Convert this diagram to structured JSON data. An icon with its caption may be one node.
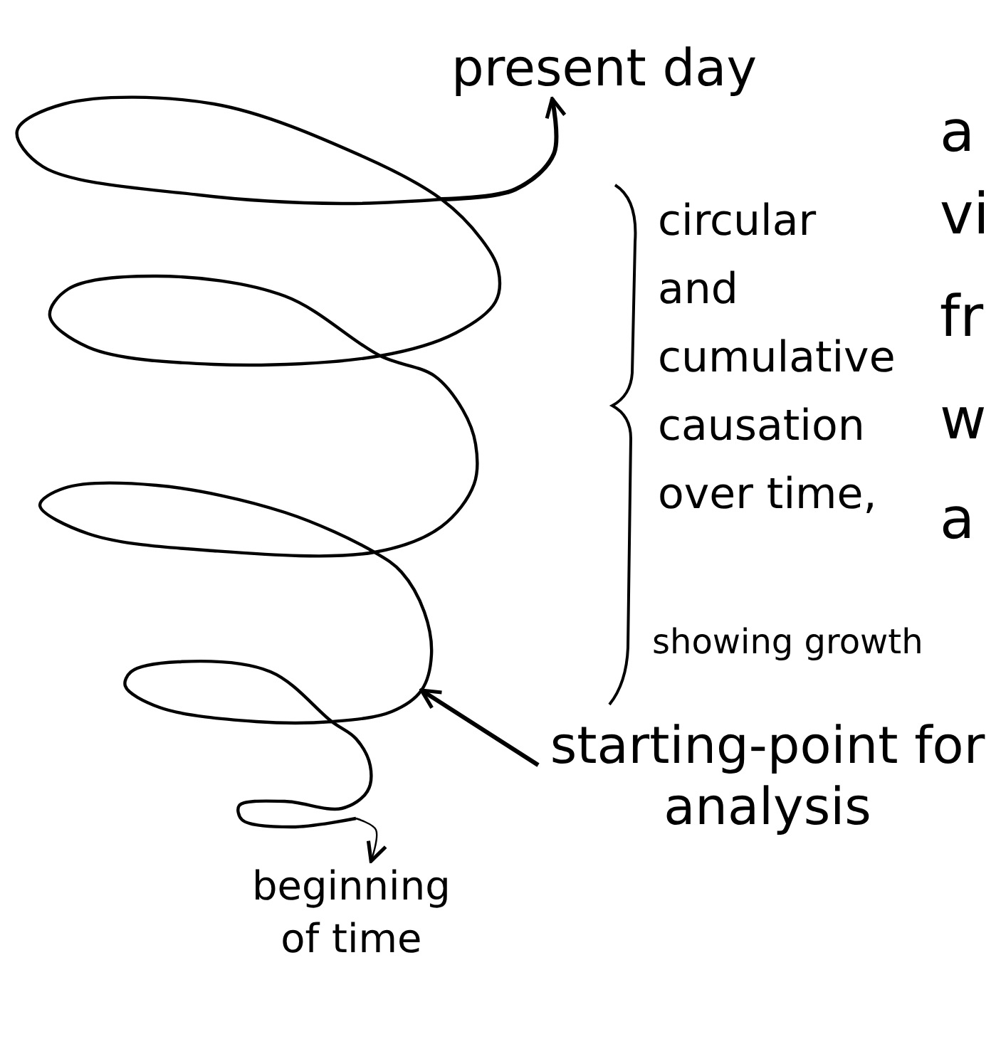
{
  "diagram": {
    "nodes": [
      {
        "text": [
          "present day"
        ]
      },
      {
        "text": [],
        "shape": "spiral"
      },
      {
        "text": [
          "starting-point for analysis"
        ]
      },
      {
        "text": [
          "beginning of time"
        ]
      }
    ],
    "edges": [
      {
        "from": 1,
        "to": 0,
        "arrow": "to"
      },
      {
        "from": 2,
        "to": 1,
        "arrow": "to"
      },
      {
        "from": 1,
        "to": 3,
        "arrow": "to"
      }
    ],
    "labels": [
      "circular and cumulative causation over time,",
      "showing growth",
      "a",
      "vi",
      "fr",
      "w",
      "a"
    ]
  }
}
